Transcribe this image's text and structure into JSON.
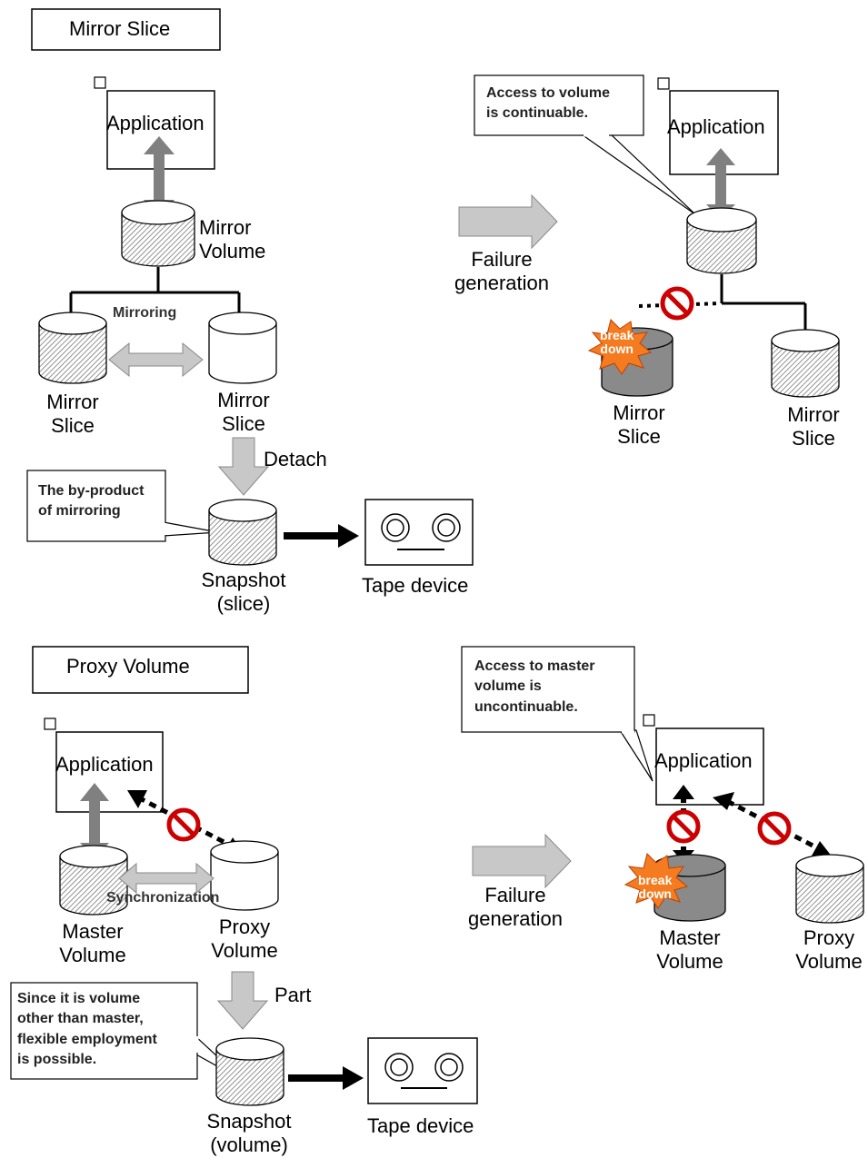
{
  "mirror": {
    "section_title": "Mirror Slice",
    "application": "Application",
    "mirror_volume": "Mirror\nVolume",
    "mirroring": "Mirroring",
    "left_slice": "Mirror\nSlice",
    "right_slice": "Mirror\nSlice",
    "detach": "Detach",
    "callout": "The by-product\nof mirroring",
    "snapshot": "Snapshot\n(slice)",
    "tape": "Tape device",
    "failure": "Failure\ngeneration",
    "fail_callout": "Access to volume\nis continuable.",
    "fail_application": "Application",
    "breakdown": "break\ndown",
    "fail_left_slice": "Mirror\nSlice",
    "fail_right_slice": "Mirror\nSlice"
  },
  "proxy": {
    "section_title": "Proxy Volume",
    "application": "Application",
    "synchronization": "Synchronization",
    "master": "Master\nVolume",
    "proxy": "Proxy\nVolume",
    "part": "Part",
    "callout": "Since it is volume\nother than master,\nflexible employment\nis possible.",
    "snapshot": "Snapshot\n(volume)",
    "tape": "Tape device",
    "failure": "Failure\ngeneration",
    "fail_callout": "Access to master\nvolume is\nuncontinuable.",
    "fail_application": "Application",
    "breakdown": "break\ndown",
    "fail_master": "Master\nVolume",
    "fail_proxy": "Proxy\nVolume"
  }
}
